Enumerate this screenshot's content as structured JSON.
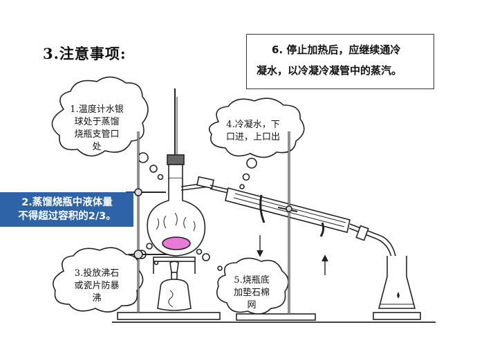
{
  "heading": "3.注意事项:",
  "note6": {
    "line1": "6. 停止加热后，应继续通冷",
    "line2": "凝水，以冷凝冷凝管中的蒸汽。"
  },
  "note2": {
    "line1": "2.蒸馏烧瓶中液体量",
    "line2": "不得超过容积的2/3。"
  },
  "bubble1": {
    "lines": [
      "1.温度计水银",
      "球处于蒸馏",
      "烧瓶支管口",
      "处"
    ]
  },
  "bubble3": {
    "lines": [
      "3.投放沸石",
      "或瓷片防暴",
      "沸"
    ]
  },
  "bubble4": {
    "lines": [
      "4.冷凝水，下",
      "口进，上口出"
    ]
  },
  "bubble5": {
    "lines": [
      "5.烧瓶底",
      "加垫石棉",
      "网"
    ]
  },
  "colors": {
    "note2_bg": "#2e63a7",
    "flask_liquid": "#e87ad8",
    "line": "#222222"
  }
}
